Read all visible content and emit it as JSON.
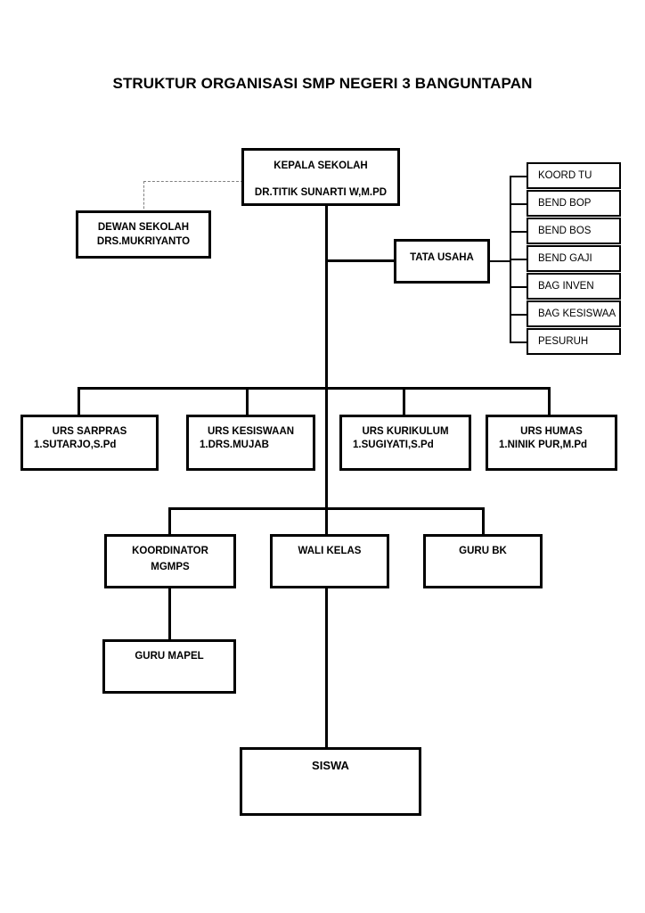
{
  "page": {
    "title": "STRUKTUR ORGANISASI SMP NEGERI 3 BANGUNTAPAN",
    "background_color": "#ffffff",
    "line_color": "#000000",
    "dashed_line_color": "#808080"
  },
  "chart_data": {
    "type": "diagram",
    "diagram_kind": "organization-chart",
    "title": "STRUKTUR ORGANISASI SMP NEGERI 3 BANGUNTAPAN",
    "nodes": [
      {
        "id": "kepala-sekolah",
        "title": "KEPALA SEKOLAH",
        "subtitle": "DR.TITIK SUNARTI W,M.PD"
      },
      {
        "id": "dewan-sekolah",
        "title": "DEWAN SEKOLAH",
        "subtitle": "DRS.MUKRIYANTO"
      },
      {
        "id": "tata-usaha",
        "title": "TATA USAHA",
        "subtitle": ""
      },
      {
        "id": "koord-tu",
        "title": "KOORD TU",
        "subtitle": ""
      },
      {
        "id": "bend-bop",
        "title": "BEND BOP",
        "subtitle": ""
      },
      {
        "id": "bend-bos",
        "title": "BEND BOS",
        "subtitle": ""
      },
      {
        "id": "bend-gaji",
        "title": "BEND GAJI",
        "subtitle": ""
      },
      {
        "id": "bag-inven",
        "title": "BAG INVEN",
        "subtitle": ""
      },
      {
        "id": "bag-kesiswaa",
        "title": "BAG KESISWAA",
        "subtitle": ""
      },
      {
        "id": "pesuruh",
        "title": "PESURUH",
        "subtitle": ""
      },
      {
        "id": "urs-sarpras",
        "title": "URS SARPRAS",
        "subtitle": "1.SUTARJO,S.Pd"
      },
      {
        "id": "urs-kesiswaan",
        "title": "URS KESISWAAN",
        "subtitle": "1.DRS.MUJAB"
      },
      {
        "id": "urs-kurikulum",
        "title": "URS KURIKULUM",
        "subtitle": "1.SUGIYATI,S.Pd"
      },
      {
        "id": "urs-humas",
        "title": "URS HUMAS",
        "subtitle": "1.NINIK PUR,M.Pd"
      },
      {
        "id": "koordinator-mgmps",
        "title": "KOORDINATOR",
        "subtitle": "MGMPS"
      },
      {
        "id": "wali-kelas",
        "title": "WALI KELAS",
        "subtitle": ""
      },
      {
        "id": "guru-bk",
        "title": "GURU BK",
        "subtitle": ""
      },
      {
        "id": "guru-mapel",
        "title": "GURU MAPEL",
        "subtitle": ""
      },
      {
        "id": "siswa",
        "title": "SISWA",
        "subtitle": ""
      }
    ],
    "edges": [
      {
        "from": "kepala-sekolah",
        "to": "dewan-sekolah",
        "style": "dashed"
      },
      {
        "from": "kepala-sekolah",
        "to": "tata-usaha",
        "style": "solid"
      },
      {
        "from": "tata-usaha",
        "to": "koord-tu",
        "style": "solid"
      },
      {
        "from": "tata-usaha",
        "to": "bend-bop",
        "style": "solid"
      },
      {
        "from": "tata-usaha",
        "to": "bend-bos",
        "style": "solid"
      },
      {
        "from": "tata-usaha",
        "to": "bend-gaji",
        "style": "solid"
      },
      {
        "from": "tata-usaha",
        "to": "bag-inven",
        "style": "solid"
      },
      {
        "from": "tata-usaha",
        "to": "bag-kesiswaa",
        "style": "solid"
      },
      {
        "from": "tata-usaha",
        "to": "pesuruh",
        "style": "solid"
      },
      {
        "from": "kepala-sekolah",
        "to": "urs-sarpras",
        "style": "solid"
      },
      {
        "from": "kepala-sekolah",
        "to": "urs-kesiswaan",
        "style": "solid"
      },
      {
        "from": "kepala-sekolah",
        "to": "urs-kurikulum",
        "style": "solid"
      },
      {
        "from": "kepala-sekolah",
        "to": "urs-humas",
        "style": "solid"
      },
      {
        "from": "kepala-sekolah",
        "to": "koordinator-mgmps",
        "style": "solid"
      },
      {
        "from": "kepala-sekolah",
        "to": "wali-kelas",
        "style": "solid"
      },
      {
        "from": "kepala-sekolah",
        "to": "guru-bk",
        "style": "solid"
      },
      {
        "from": "koordinator-mgmps",
        "to": "guru-mapel",
        "style": "solid"
      },
      {
        "from": "wali-kelas",
        "to": "siswa",
        "style": "solid"
      }
    ]
  },
  "nodes": {
    "kepala_sekolah": {
      "title": "KEPALA SEKOLAH",
      "subtitle": "DR.TITIK SUNARTI W,M.PD"
    },
    "dewan_sekolah": {
      "title": "DEWAN SEKOLAH",
      "subtitle": "DRS.MUKRIYANTO"
    },
    "tata_usaha": {
      "title": "TATA USAHA"
    },
    "tu_units": [
      {
        "label": "KOORD TU"
      },
      {
        "label": "BEND BOP"
      },
      {
        "label": "BEND BOS"
      },
      {
        "label": "BEND GAJI"
      },
      {
        "label": "BAG INVEN"
      },
      {
        "label": "BAG KESISWAA"
      },
      {
        "label": "PESURUH"
      }
    ],
    "urusan": [
      {
        "title": "URS SARPRAS",
        "subtitle": "1.SUTARJO,S.Pd"
      },
      {
        "title": "URS KESISWAAN",
        "subtitle": "1.DRS.MUJAB"
      },
      {
        "title": "URS KURIKULUM",
        "subtitle": "1.SUGIYATI,S.Pd"
      },
      {
        "title": "URS HUMAS",
        "subtitle": "1.NINIK PUR,M.Pd"
      }
    ],
    "koordinator_mgmps": {
      "title": "KOORDINATOR",
      "subtitle": "MGMPS"
    },
    "wali_kelas": {
      "title": "WALI KELAS"
    },
    "guru_bk": {
      "title": "GURU BK"
    },
    "guru_mapel": {
      "title": "GURU MAPEL"
    },
    "siswa": {
      "title": "SISWA"
    }
  }
}
